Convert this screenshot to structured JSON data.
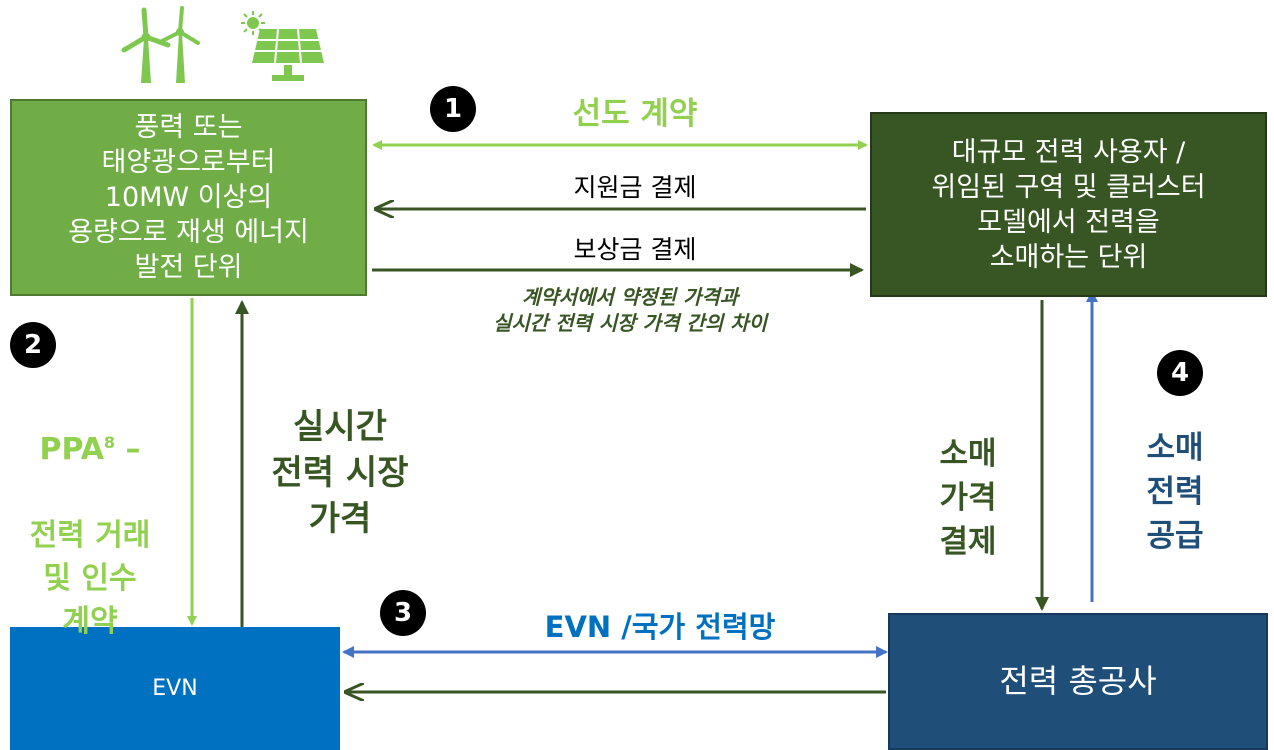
{
  "generator": {
    "text": "풍력 또는\n태양광으로부터\n10MW 이상의\n용량으로 재생 에너지\n발전 단위"
  },
  "buyer": {
    "text": "대규모 전력 사용자 /\n위임된 구역 및 클러스터\n모델에서 전력을\n소매하는 단위"
  },
  "evn": {
    "text": "EVN"
  },
  "corporation": {
    "text": "전력 총공사"
  },
  "steps": [
    "1",
    "2",
    "3",
    "4"
  ],
  "labels": {
    "forward_contract": "선도 계약",
    "subsidy_payment": "지원금 결제",
    "compensation_payment": "보상금 결제",
    "price_difference_note": "계약서에서 약정된 가격과\n실시간 전력 시장 가격 간의 차이",
    "ppa_prefix": "PPA",
    "ppa_sup": "8",
    "ppa_dash": " –",
    "ppa_rest": "전력 거래\n및 인수\n계약",
    "realtime_price": "실시간\n전력 시장\n가격",
    "national_grid": "EVN /국가 전력망",
    "retail_payment": "소매\n가격\n결제",
    "retail_supply": "소매\n전력\n공급"
  },
  "colors": {
    "light_green": "#70ad47",
    "bright_green": "#92d050",
    "dark_green": "#375623",
    "blue": "#0070c0",
    "navy": "#1f4e79",
    "arrow_blue": "#4472c4"
  },
  "icons": [
    "wind-turbine-icon",
    "sun-icon",
    "solar-panel-icon"
  ]
}
